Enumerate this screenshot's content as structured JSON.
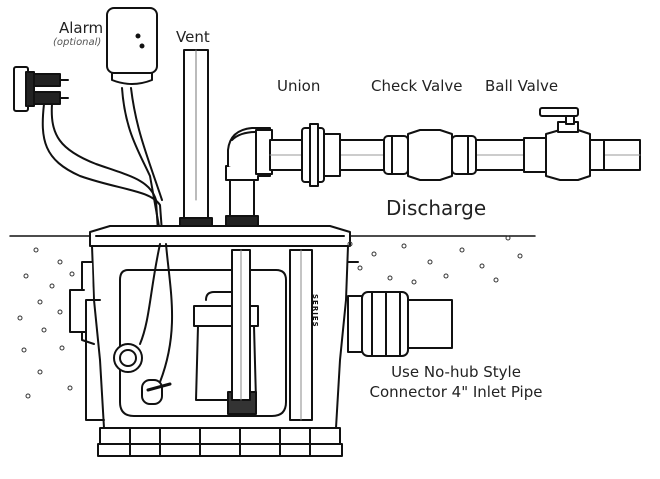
{
  "labels": {
    "alarm": "Alarm",
    "alarm_note": "(optional)",
    "vent": "Vent",
    "union": "Union",
    "check_valve": "Check Valve",
    "ball_valve": "Ball Valve",
    "discharge": "Discharge",
    "inlet_line1": "Use No-hub Style",
    "inlet_line2": "Connector 4\" Inlet Pipe",
    "basin_brand": "SERIES"
  }
}
